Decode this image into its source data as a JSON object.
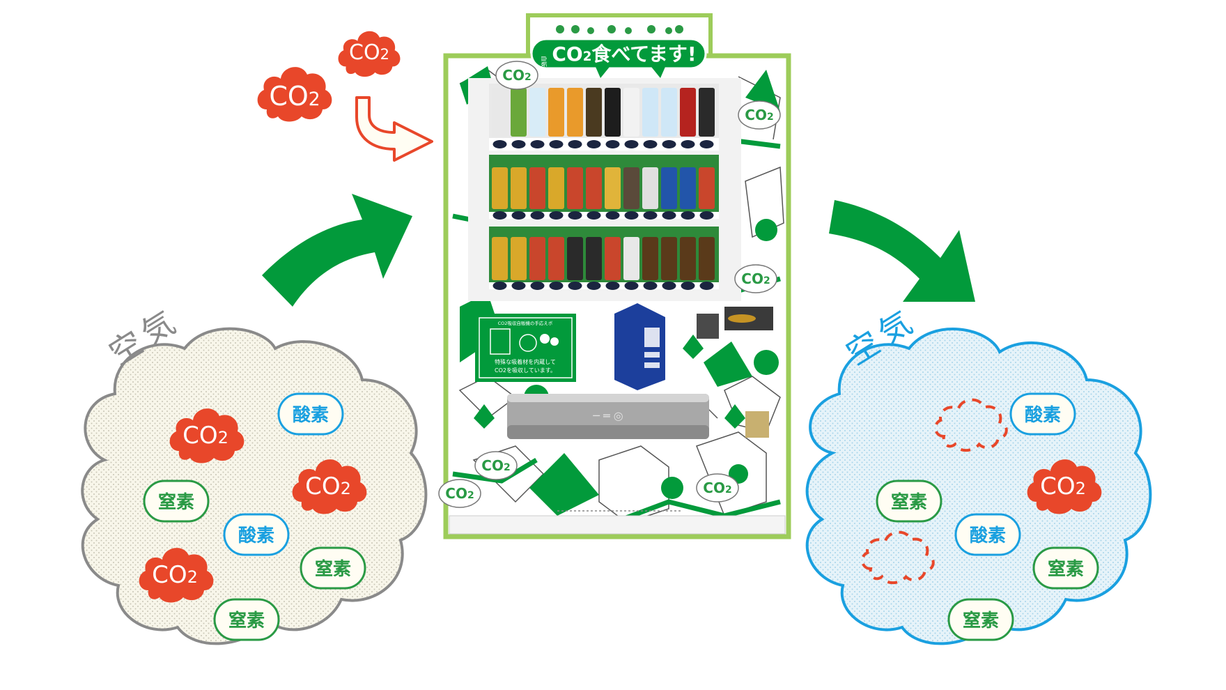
{
  "diagram": {
    "title_sign": "CO2食べてます!",
    "title_sign_prefix": "自販機で",
    "input_air": {
      "label": "空気",
      "molecules": [
        {
          "type": "co2",
          "label": "CO2"
        },
        {
          "type": "oxygen",
          "label": "酸素"
        },
        {
          "type": "co2",
          "label": "CO2"
        },
        {
          "type": "nitrogen",
          "label": "窒素"
        },
        {
          "type": "oxygen",
          "label": "酸素"
        },
        {
          "type": "nitrogen",
          "label": "窒素"
        },
        {
          "type": "co2",
          "label": "CO2"
        },
        {
          "type": "nitrogen",
          "label": "窒素"
        }
      ]
    },
    "output_air": {
      "label": "空気",
      "molecules": [
        {
          "type": "removed-co2",
          "label": ""
        },
        {
          "type": "oxygen",
          "label": "酸素"
        },
        {
          "type": "co2",
          "label": "CO2"
        },
        {
          "type": "nitrogen",
          "label": "窒素"
        },
        {
          "type": "oxygen",
          "label": "酸素"
        },
        {
          "type": "removed-co2",
          "label": ""
        },
        {
          "type": "nitrogen",
          "label": "窒素"
        },
        {
          "type": "nitrogen",
          "label": "窒素"
        }
      ]
    },
    "absorbed_co2": [
      {
        "label": "CO2"
      },
      {
        "label": "CO2"
      }
    ],
    "machine_panel": {
      "heading": "CO2吸収自販機の手応えボ",
      "text_line1": "特殊な吸着材を内蔵して",
      "text_line2": "CO2を吸収しています。"
    },
    "machine_wrap_co2_labels": [
      "CO2",
      "CO2",
      "CO2",
      "CO2",
      "CO2",
      "CO2"
    ],
    "colors": {
      "co2_red": "#e8472a",
      "arrow_green": "#029a3b",
      "nitrogen_green": "#2a9a45",
      "oxygen_blue": "#1aa0e0",
      "machine_frame": "#9dcc5a",
      "input_cloud_stroke": "#8a8a8a",
      "input_cloud_fill": "#f7f5ea",
      "output_cloud_stroke": "#1aa0e0",
      "output_cloud_fill": "#e2f1f8"
    }
  }
}
